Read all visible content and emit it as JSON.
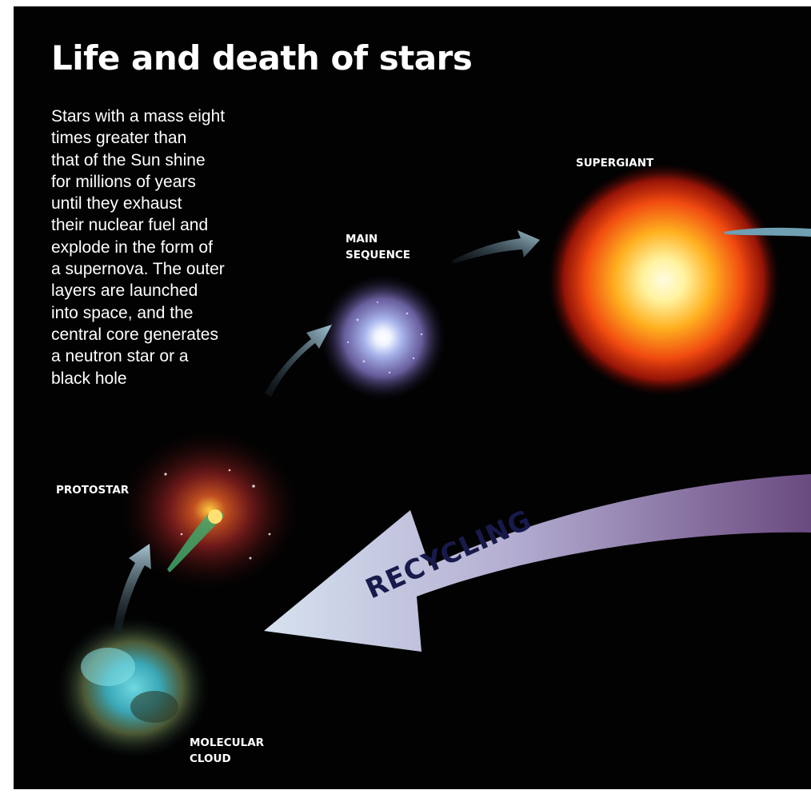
{
  "title": "Life and death of stars",
  "intro_lines": [
    "Stars with a mass eight",
    "times greater than",
    "that of the Sun shine",
    "for millions of years",
    "until they exhaust",
    "their nuclear fuel and",
    "explode in the form of",
    "a supernova. The outer",
    "layers are launched",
    "into space, and the",
    "central core generates",
    "a neutron star or a",
    "black hole"
  ],
  "stages": {
    "supergiant": "SUPERGIANT",
    "main_sequence": [
      "MAIN",
      "SEQUENCE"
    ],
    "protostar": "PROTOSTAR",
    "molecular_cloud": [
      "MOLECULAR",
      "CLOUD"
    ]
  },
  "recycling_label": "RECYCLING",
  "colors": {
    "background": "#020202",
    "text": "#ffffff",
    "stage_arrow": "#8fb2c4",
    "supergiant_core": "#fff6b0",
    "supergiant_rim": "#c81e10",
    "main_sequence_star": "#b8b8e8",
    "recycling_arrow_start": "#c9d9ea",
    "recycling_arrow_end": "#6c4a80",
    "recycling_text": "#171a4a"
  }
}
